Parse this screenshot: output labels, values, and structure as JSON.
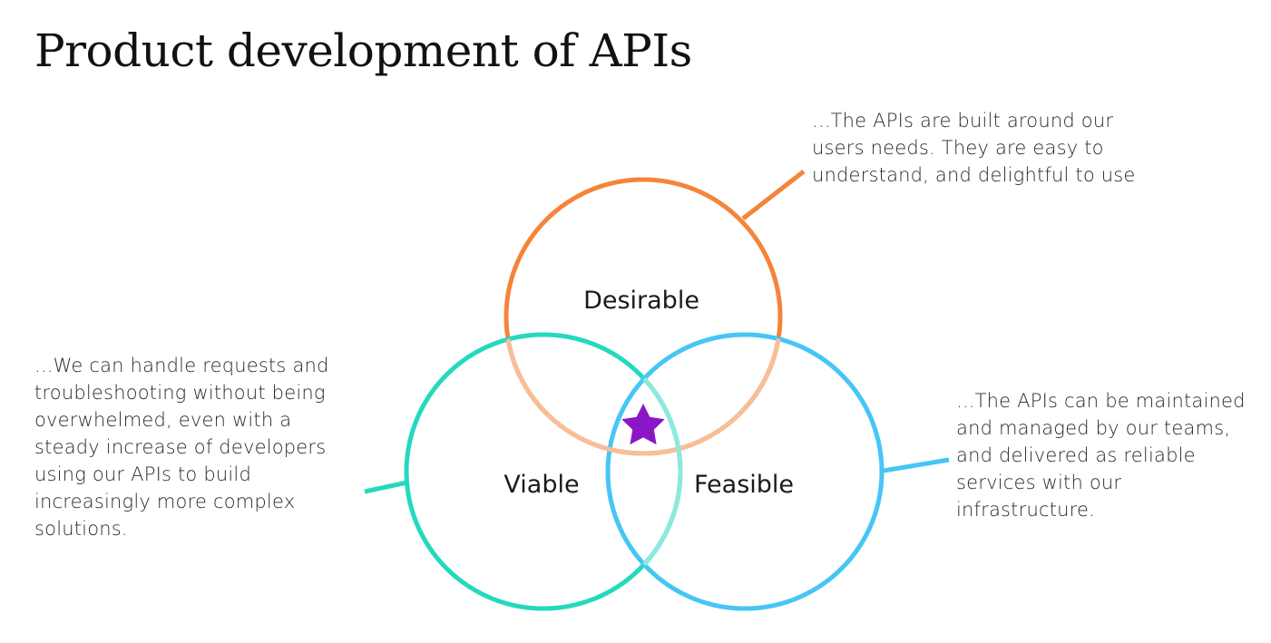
{
  "page": {
    "title": "Product development of APIs"
  },
  "colors": {
    "desirable": "#F5843A",
    "viable": "#23D9BE",
    "feasible": "#45C6F5",
    "desirable_overlap": "#F8BE98",
    "viable_overlap": "#8CE9DC",
    "star": "#8B16C8"
  },
  "circles": {
    "desirable": {
      "label": "Desirable",
      "description": "...The APIs are built around our users needs. They are easy to understand, and delightful to use"
    },
    "viable": {
      "label": "Viable",
      "description": "...We can handle requests and troubleshooting without being overwhelmed, even with a steady increase of developers using our APIs to build increasingly more complex solutions."
    },
    "feasible": {
      "label": "Feasible",
      "description": "...The APIs can be maintained and managed by our teams, and delivered as reliable services with our infrastructure."
    }
  },
  "center": {
    "icon": "star-icon"
  }
}
